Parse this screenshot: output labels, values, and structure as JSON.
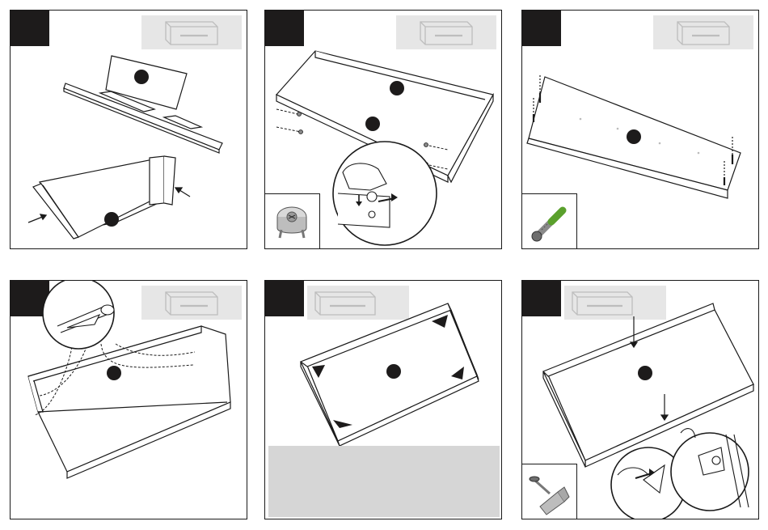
{
  "document": {
    "type": "assembly-instructions",
    "steps": [
      {
        "id": "step-1",
        "icon": "drawer-panels-icon",
        "hardware": null
      },
      {
        "id": "step-2",
        "icon": "drawer-box-icon",
        "hardware": "cam-lock-icon"
      },
      {
        "id": "step-3",
        "icon": "drawer-front-icon",
        "hardware": "cam-bolt-icon"
      },
      {
        "id": "step-4",
        "icon": "drawer-insert-icon",
        "hardware": null
      },
      {
        "id": "step-5",
        "icon": "drawer-bottom-icon",
        "hardware": null
      },
      {
        "id": "step-6",
        "icon": "drawer-nail-icon",
        "hardware": "corner-bracket-screw-icon"
      }
    ],
    "colors": {
      "line": "#1a1a1a",
      "step_badge": "#1d1b1b",
      "thumbnail_bg": "#e6e6e6",
      "note_bg": "#d6d6d6",
      "bolt_green": "#5aa02c"
    }
  }
}
